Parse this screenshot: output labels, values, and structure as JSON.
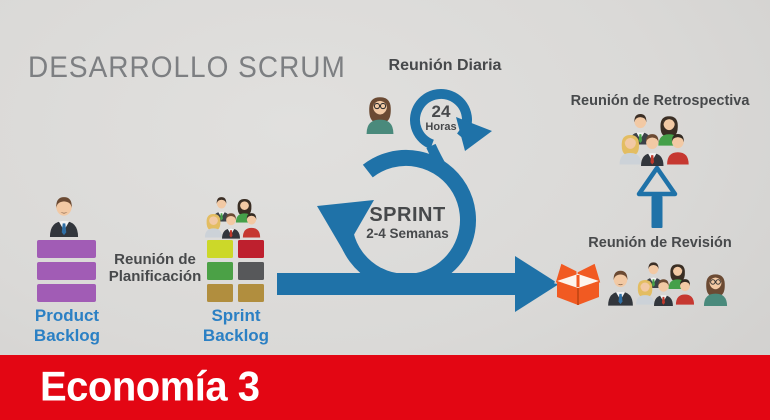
{
  "colors": {
    "background": "#dad9d7",
    "arrow_blue": "#1f72a8",
    "label_blue": "#2b80c4",
    "text_dark": "#47494b",
    "title_gray": "#7d7f82",
    "banner_red": "#e30613",
    "box_orange": "#f15a22",
    "product_backlog_purple": "#a15cb5"
  },
  "header": {
    "title": "DESARROLLO SCRUM"
  },
  "diagram": {
    "daily": {
      "label": "Reunión Diaria",
      "duration_value": "24",
      "duration_unit": "Horas"
    },
    "sprint": {
      "label": "SPRINT",
      "duration": "2-4 Semanas"
    },
    "planning": {
      "line1": "Reunión de",
      "line2": "Planificación"
    },
    "product_backlog": {
      "line1": "Product",
      "line2": "Backlog"
    },
    "sprint_backlog": {
      "line1": "Sprint",
      "line2": "Backlog",
      "cells": [
        "#ccd829",
        "#be202e",
        "#4ba146",
        "#57585a",
        "#b18e3e",
        "#b18e3e"
      ]
    },
    "retrospective": {
      "label": "Reunión de Retrospectiva"
    },
    "review": {
      "label": "Reunión de Revisión"
    }
  },
  "icons": {
    "daily_person": "woman-glasses-icon",
    "product_owner": "businessman-icon",
    "teams": "team-group-icon",
    "increment": "open-box-icon",
    "cycle": "sprint-loop-arrow-icon",
    "review_arrow": "up-arrow-icon"
  },
  "branding": {
    "logo": "Economía 3"
  }
}
